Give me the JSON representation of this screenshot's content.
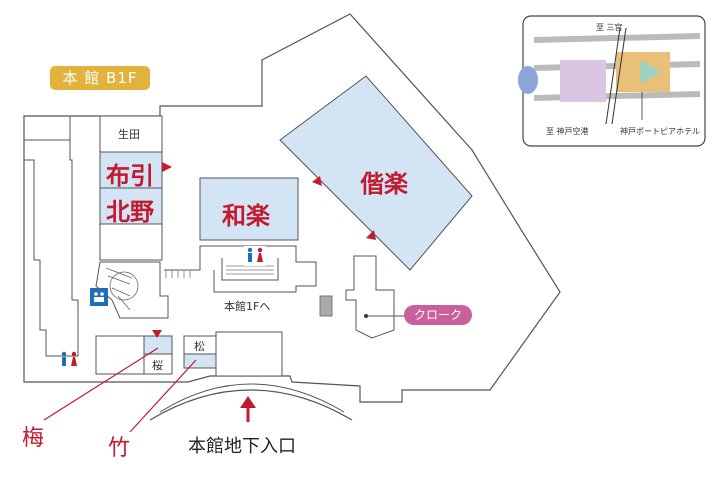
{
  "floor_badge": "本 館 B1F",
  "rooms": {
    "ikuta": "生田",
    "nunobiki": "布引",
    "kitano": "北野",
    "waraku": "和楽",
    "kairaku": "偕楽",
    "sakura": "桜",
    "matsu": "松"
  },
  "labels": {
    "to_main_1f": "本館1Fへ",
    "cloak": "クローク",
    "ume": "梅",
    "take": "竹",
    "entrance": "本館地下入口"
  },
  "inset": {
    "north": "至 三宮",
    "south_left": "至 神戸空港",
    "south_right": "神戸ポートピアホテル"
  },
  "colors": {
    "room_fill": "#d3e4f5",
    "accent_red": "#c21a2f",
    "badge": "#e3b23c",
    "cloak": "#c9609b",
    "toilet_male": "#1f6fb8",
    "toilet_female": "#c21a2f"
  }
}
